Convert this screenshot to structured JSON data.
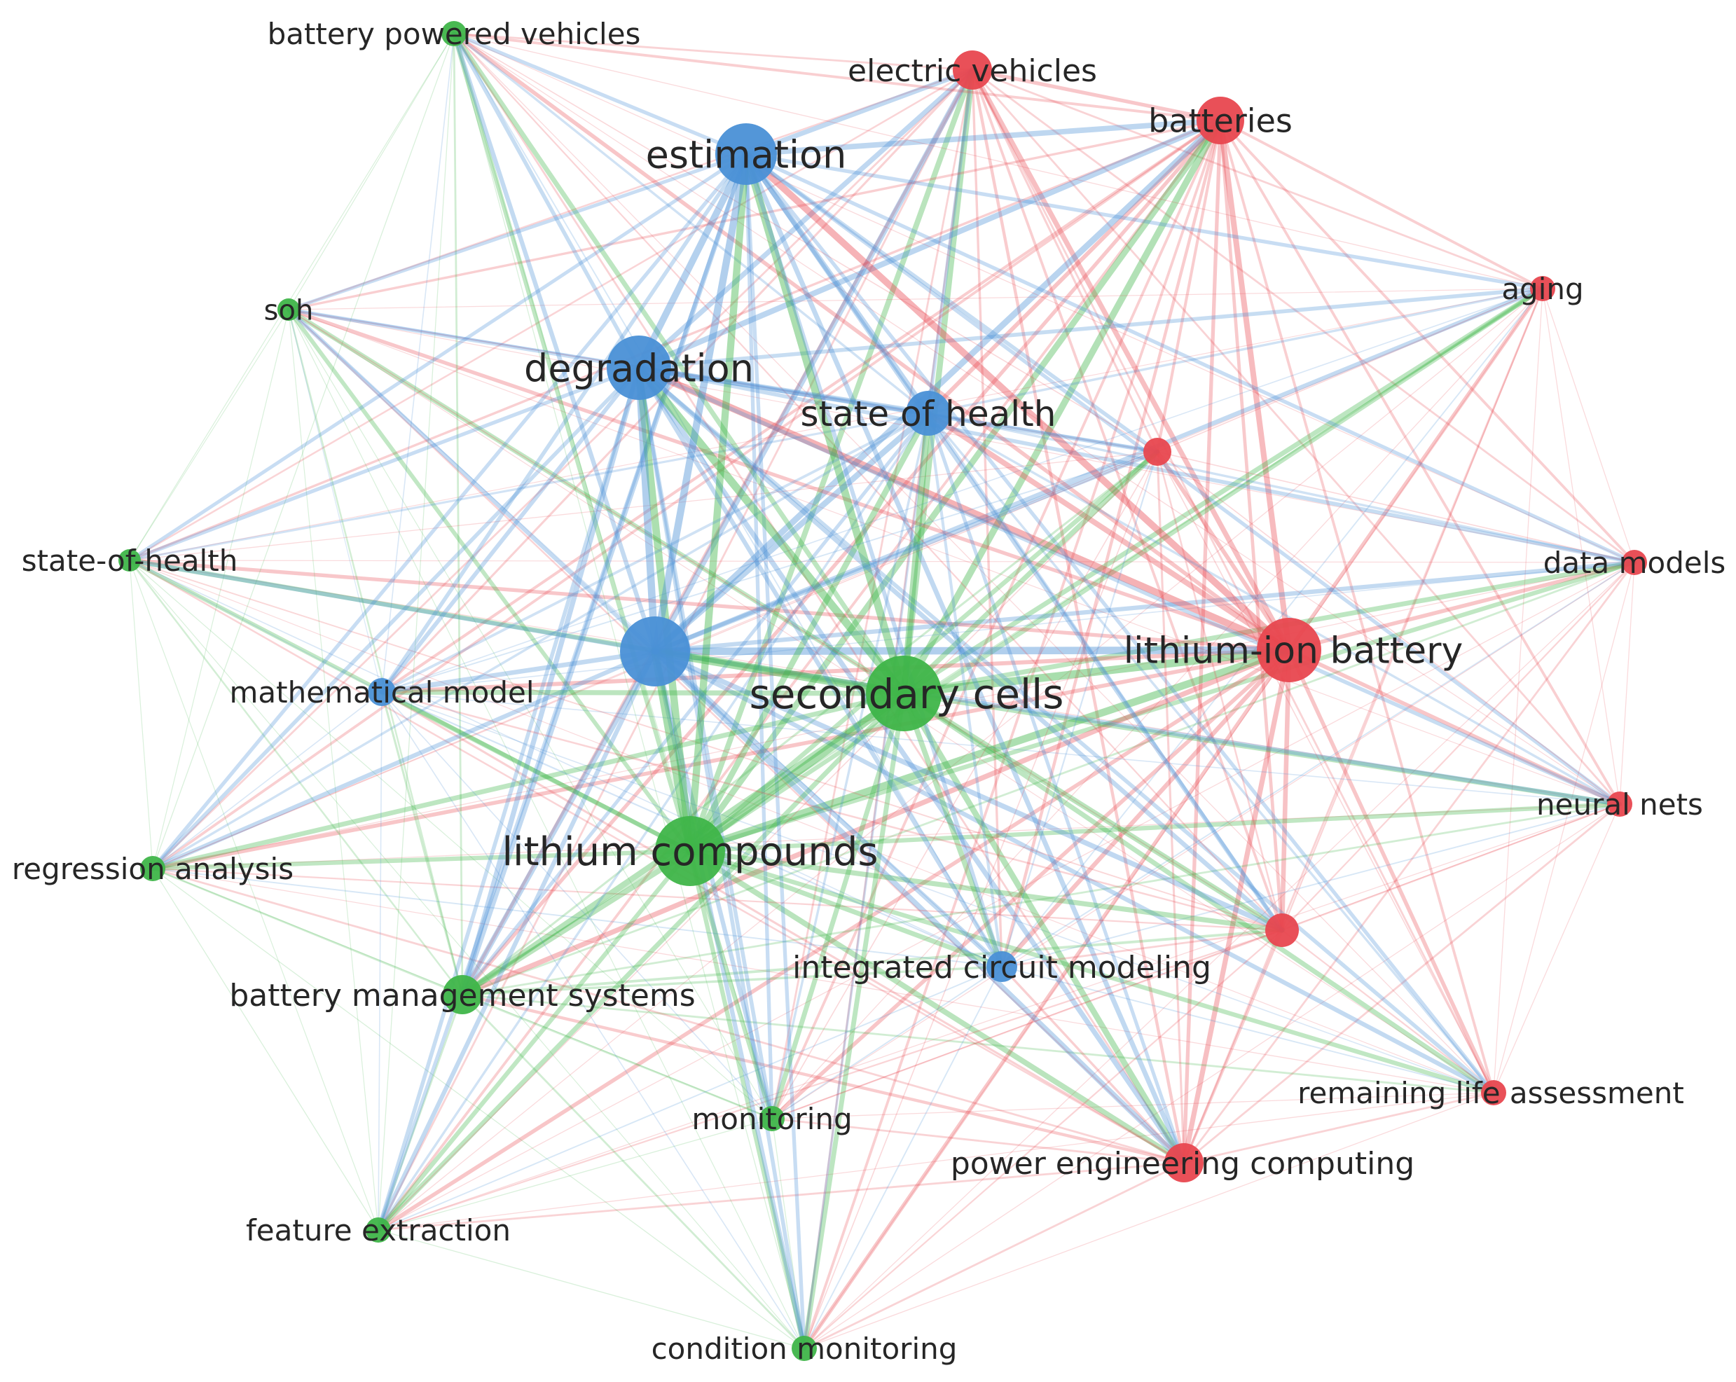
{
  "diagram": {
    "type": "keyword co-occurrence network",
    "cluster_colors": {
      "red": "#e8474f",
      "green": "#3fb549",
      "blue": "#4a90d6"
    },
    "clusters": [
      {
        "id": "red",
        "nodes": [
          "electric vehicles",
          "batteries",
          "aging",
          "data models",
          "lithium-ion battery",
          "neural nets",
          "remaining life assessment",
          "power engineering computing"
        ]
      },
      {
        "id": "green",
        "nodes": [
          "battery powered vehicles",
          "soh",
          "state-of-health",
          "regression analysis",
          "battery management systems",
          "feature extraction",
          "condition monitoring",
          "monitoring",
          "lithium compounds",
          "secondary cells"
        ]
      },
      {
        "id": "blue",
        "nodes": [
          "estimation",
          "degradation",
          "state of health",
          "mathematical model",
          "integrated circuit modeling"
        ]
      }
    ],
    "unlabeled_nodes": [
      {
        "cluster": "red"
      },
      {
        "cluster": "red"
      },
      {
        "cluster": "blue"
      }
    ]
  }
}
